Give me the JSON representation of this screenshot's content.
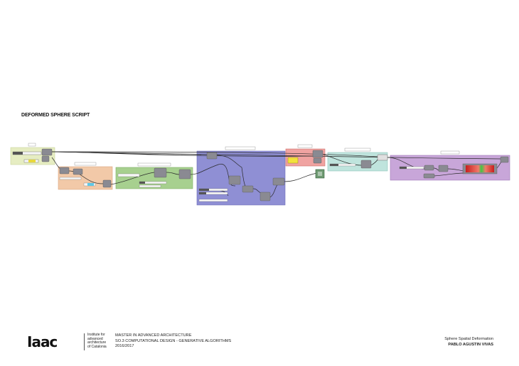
{
  "page": {
    "title": "DEFORMED SPHERE SCRIPT"
  },
  "footer": {
    "logo_text": "Iaac",
    "institute_lines": [
      "Institute for",
      "advanced",
      "architecture",
      "of Catalonia"
    ],
    "course_lines": [
      "MASTER IN ADVANCED ARCHITECTURE",
      "SO.3 COMPUTATIONAL DESIGN - GENERATIVE ALGORITHMS",
      "2016/2017"
    ],
    "project_title": "Sphere Spatial Deformation",
    "project_author": "PABLO AGUSTIN VIVAS"
  },
  "colors": {
    "grey_node": "#8a8a92",
    "wire": "#2a2a2a",
    "group_yellow": "#e6edc2",
    "group_orange": "#f2c9a8",
    "group_green": "#a7d08f",
    "group_blue": "#8f8fd4",
    "group_red": "#f0a3a1",
    "group_teal": "#bfe4dd",
    "group_purple": "#c8a6d9"
  }
}
